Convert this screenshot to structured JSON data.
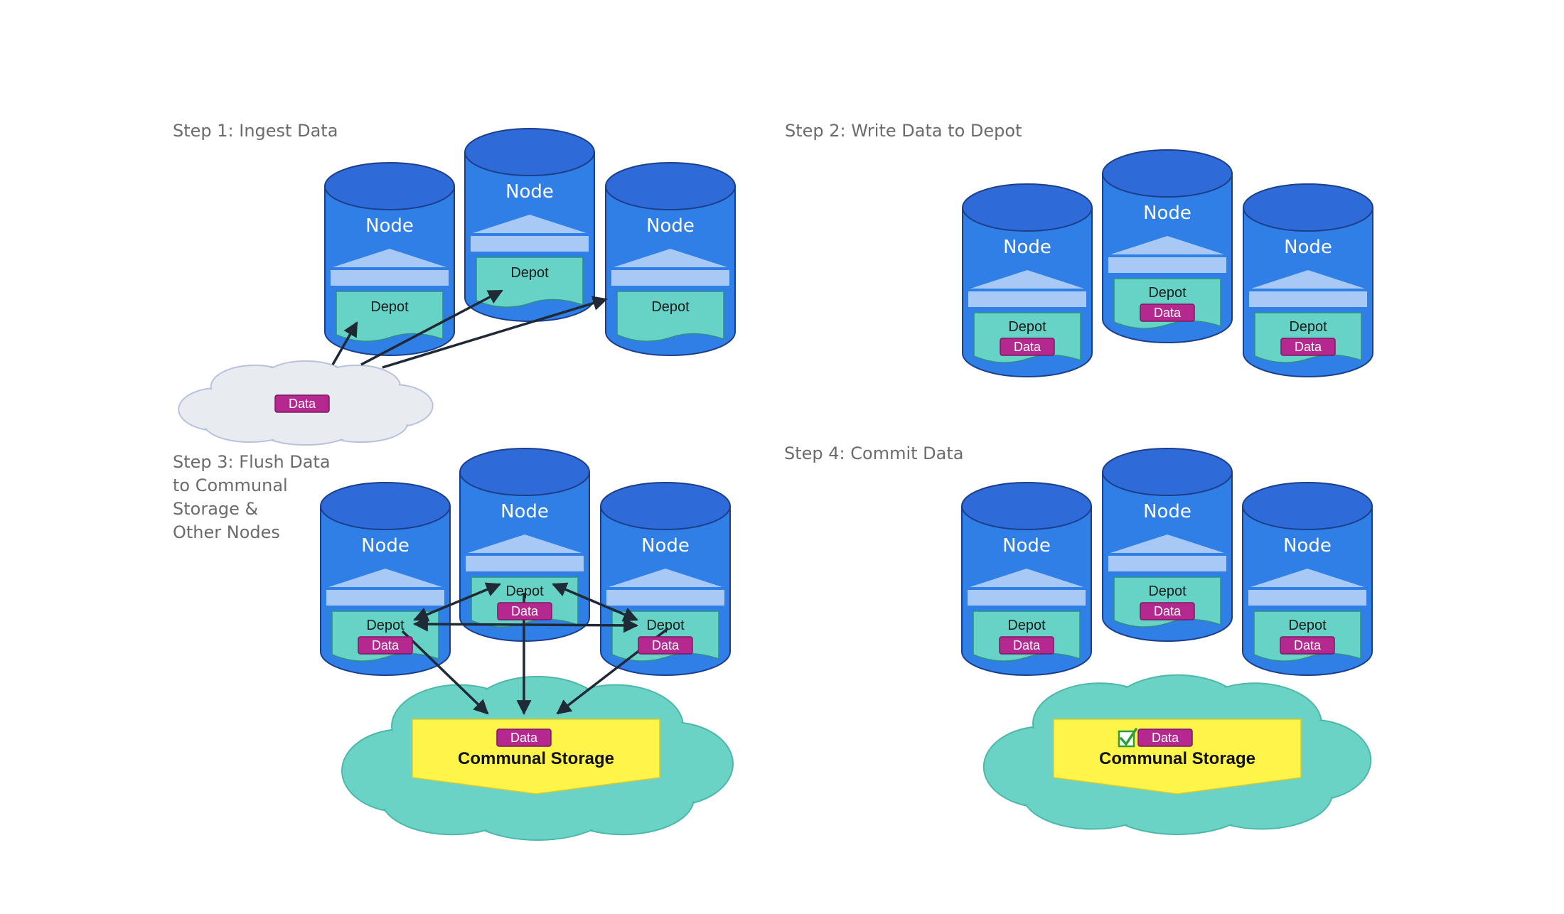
{
  "steps": {
    "step1": "Step 1: Ingest Data",
    "step2": "Step 2: Write Data to Depot",
    "step3": [
      "Step 3: Flush Data",
      "to Communal",
      "Storage &",
      "Other Nodes"
    ],
    "step4": "Step 4: Commit Data"
  },
  "labels": {
    "node": "Node",
    "depot": "Depot",
    "data": "Data",
    "communal_storage": "Communal Storage"
  },
  "icons": {
    "commit": "checkbox-checked-icon"
  },
  "colors": {
    "node_body": "#2f7fe6",
    "node_top": "#2f6ad9",
    "node_outline": "#1c3f8c",
    "depot": "#67d3c6",
    "roof": "#a8c8f5",
    "data_badge": "#b5288f",
    "source_cloud": "#e8ecf1",
    "communal_cloud": "#6bd3c5",
    "storage_box": "#fff44a",
    "arrow": "#1f2a36",
    "step_text": "#6b6b6b"
  }
}
